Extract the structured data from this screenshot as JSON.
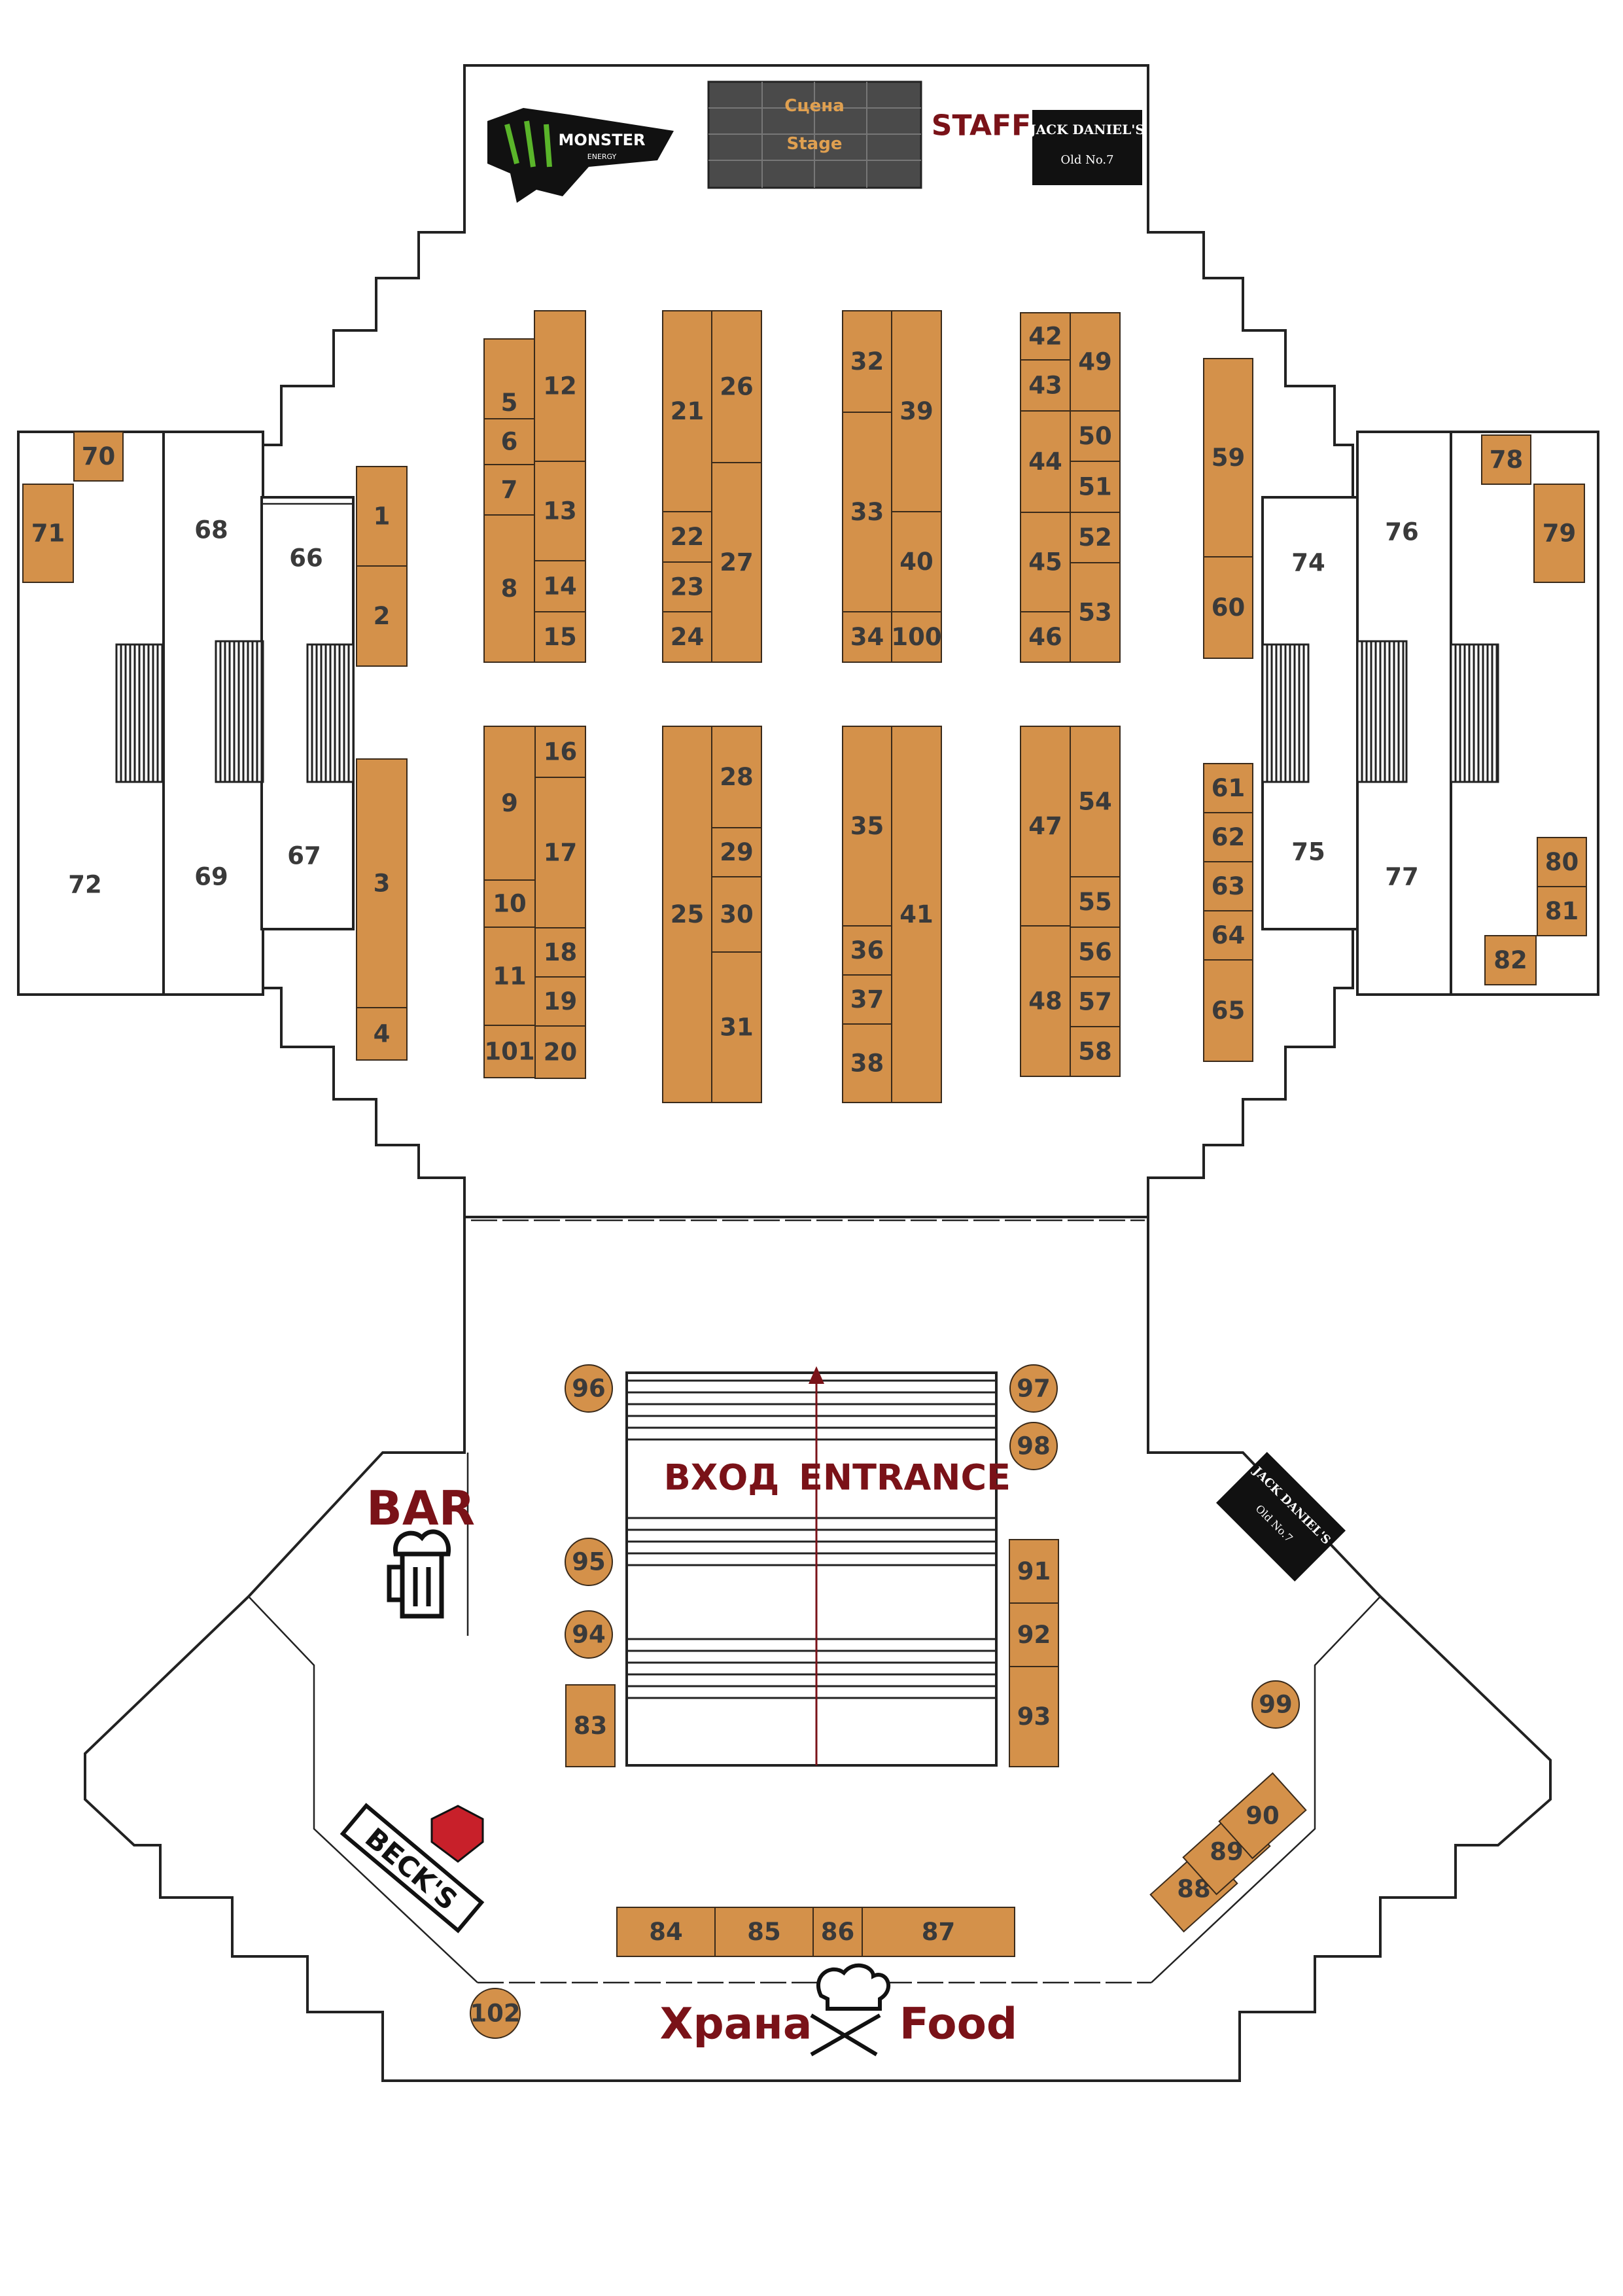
{
  "labels": {
    "stage_ru": "Сцена",
    "stage_en": "Stage",
    "staff": "STAFF",
    "entrance_ru": "ВХОД",
    "entrance_en": "ENTRANCE",
    "bar": "BAR",
    "food_ru": "Храна",
    "food_en": "Food"
  },
  "logos": {
    "monster": "MONSTER",
    "monster_sub": "ENERGY",
    "jack_daniels": "JACK DANIEL'S",
    "jack_daniels_sub": "Old No.7",
    "becks": "BECK'S"
  },
  "colors": {
    "booth": "#d4914a",
    "accent_red": "#7a1218",
    "stage": "#4a4a4a"
  },
  "icons": [
    "monster-energy-logo",
    "jack-daniels-logo",
    "becks-logo",
    "beer-mug-icon",
    "chef-hat-cutlery-icon",
    "entrance-arrow-icon"
  ],
  "booths": [
    "1",
    "2",
    "3",
    "4",
    "5",
    "6",
    "7",
    "8",
    "9",
    "10",
    "11",
    "12",
    "13",
    "14",
    "15",
    "16",
    "17",
    "18",
    "19",
    "20",
    "21",
    "22",
    "23",
    "24",
    "25",
    "26",
    "27",
    "28",
    "29",
    "30",
    "31",
    "32",
    "33",
    "34",
    "35",
    "36",
    "37",
    "38",
    "39",
    "40",
    "41",
    "42",
    "43",
    "44",
    "45",
    "46",
    "47",
    "48",
    "49",
    "50",
    "51",
    "52",
    "53",
    "54",
    "55",
    "56",
    "57",
    "58",
    "59",
    "60",
    "61",
    "62",
    "63",
    "64",
    "65",
    "66",
    "67",
    "68",
    "69",
    "70",
    "71",
    "72",
    "74",
    "75",
    "76",
    "77",
    "78",
    "79",
    "80",
    "81",
    "82",
    "83",
    "84",
    "85",
    "86",
    "87",
    "88",
    "89",
    "90",
    "91",
    "92",
    "93",
    "94",
    "95",
    "96",
    "97",
    "98",
    "99",
    "100",
    "101",
    "102"
  ]
}
